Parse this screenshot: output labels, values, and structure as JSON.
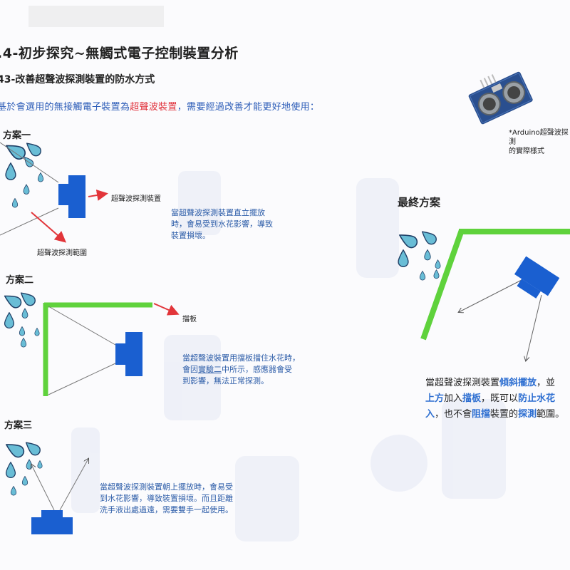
{
  "header": {
    "title": ".4-初步探究~無觸式電子控制裝置分析",
    "subtitle": "43-改善超聲波探測裝置的防水方式"
  },
  "intro": {
    "prefix": "基於會選用的無接觸電子裝置為",
    "highlight": "超聲波裝置",
    "suffix": "，需要經過改善才能更好地使用："
  },
  "photo": {
    "caption_line1": "*Arduino超聲波探測",
    "caption_line2": "的實際樣式"
  },
  "plan1": {
    "title": "方案一",
    "label_device": "超聲波探測裝置",
    "label_range": "超聲波探測範圍",
    "desc_line1": "當超聲波探測裝置直立擺放",
    "desc_line2": "時，會易受到水花影響，導致",
    "desc_line3": "裝置損壞。"
  },
  "plan2": {
    "title": "方案二",
    "label_board": "擋板",
    "desc_line1": "當超聲波裝置用擋板擋住水花時，",
    "desc_line2a": "會因",
    "desc_line2b": "實驗二",
    "desc_line2c": "中所示，感應器會受",
    "desc_line3": "到影響，無法正常探測。"
  },
  "plan3": {
    "title": "方案三",
    "desc_line1": "當超聲波探測裝置朝上擺放時，會易受",
    "desc_line2": "到水花影響，導致裝置損壞。而且距離",
    "desc_line3": "洗手液出處過遠，需要雙手一起使用。"
  },
  "final": {
    "title": "最終方案",
    "l1a": "當超聲波探測裝置",
    "l1b": "傾斜擺放",
    "l1c": "，並",
    "l2a": "上方",
    "l2b": "加入",
    "l2c": "擋板",
    "l2d": "，既可以",
    "l2e": "防止水花",
    "l3a": "入",
    "l3b": "，也不會",
    "l3c": "阻擋",
    "l3d": "裝置的",
    "l3e": "探測",
    "l3f": "範圍。"
  },
  "colors": {
    "device_blue": "#1a5fd0",
    "board_green": "#5fd23c",
    "arrow_red": "#e2353a",
    "drop_fill": "#69bdd6",
    "drop_stroke": "#1f3f66",
    "text_blue": "#2e5ea9"
  }
}
